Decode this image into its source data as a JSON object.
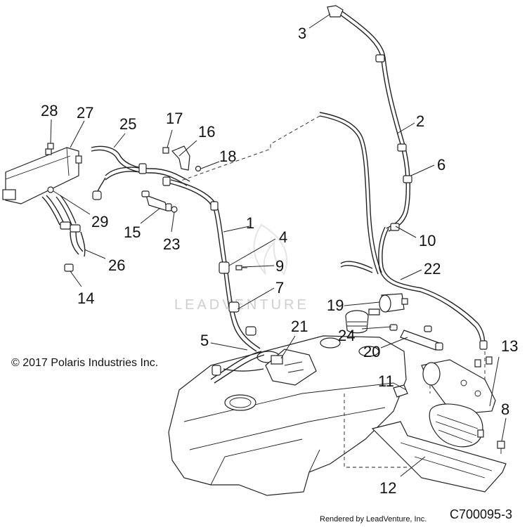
{
  "diagram": {
    "callouts": [
      {
        "id": "c1",
        "label": "1"
      },
      {
        "id": "c2",
        "label": "2"
      },
      {
        "id": "c3",
        "label": "3"
      },
      {
        "id": "c4",
        "label": "4"
      },
      {
        "id": "c5",
        "label": "5"
      },
      {
        "id": "c6",
        "label": "6"
      },
      {
        "id": "c7",
        "label": "7"
      },
      {
        "id": "c8",
        "label": "8"
      },
      {
        "id": "c9",
        "label": "9"
      },
      {
        "id": "c10",
        "label": "10"
      },
      {
        "id": "c11",
        "label": "11"
      },
      {
        "id": "c12",
        "label": "12"
      },
      {
        "id": "c13",
        "label": "13"
      },
      {
        "id": "c14",
        "label": "14"
      },
      {
        "id": "c15",
        "label": "15"
      },
      {
        "id": "c16",
        "label": "16"
      },
      {
        "id": "c17",
        "label": "17"
      },
      {
        "id": "c18",
        "label": "18"
      },
      {
        "id": "c19",
        "label": "19"
      },
      {
        "id": "c20",
        "label": "20"
      },
      {
        "id": "c21",
        "label": "21"
      },
      {
        "id": "c22",
        "label": "22"
      },
      {
        "id": "c23",
        "label": "23"
      },
      {
        "id": "c24",
        "label": "24"
      },
      {
        "id": "c25",
        "label": "25"
      },
      {
        "id": "c26",
        "label": "26"
      },
      {
        "id": "c27",
        "label": "27"
      },
      {
        "id": "c28",
        "label": "28"
      },
      {
        "id": "c29",
        "label": "29"
      }
    ],
    "copyright": "© 2017 Polaris Industries Inc.",
    "rendered_by": "Rendered by LeadVenture, Inc.",
    "drawing_code": "C700095-3",
    "watermark": "LEADVENTURE"
  }
}
